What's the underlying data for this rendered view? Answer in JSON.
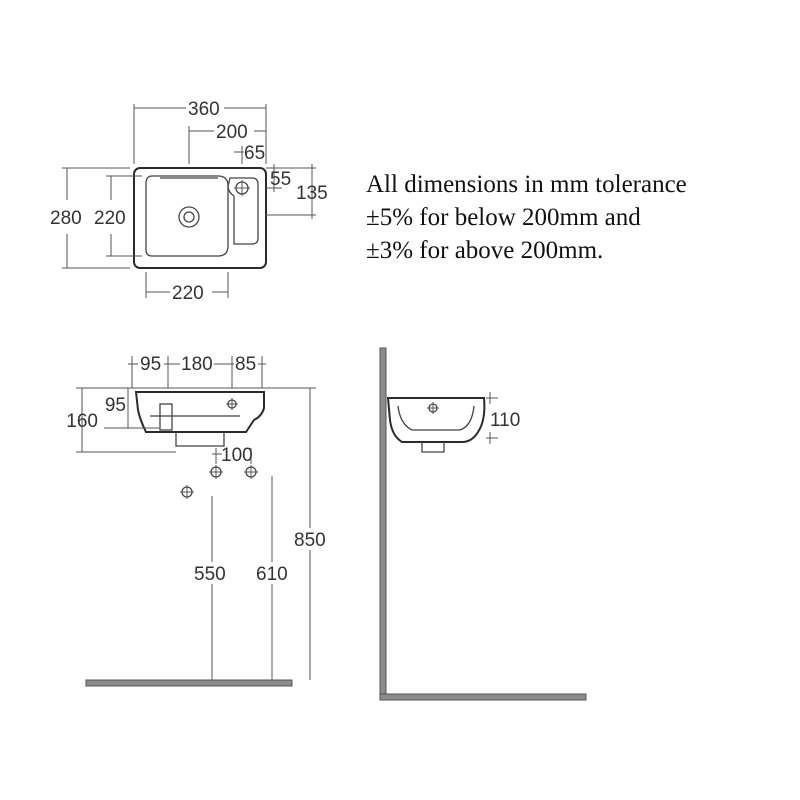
{
  "note": {
    "line1": "All dimensions in mm tolerance",
    "line2": "±5% for below 200mm and",
    "line3": "±3% for above 200mm."
  },
  "plan_view": {
    "width_overall": "360",
    "waste_offset": "200",
    "tap_offset": "65",
    "tap_ledge": "55",
    "depth_ledge": "135",
    "depth_overall": "280",
    "bowl_depth": "220",
    "bowl_width": "220"
  },
  "front_view": {
    "left_offset": "95",
    "centre_span": "180",
    "right_offset": "85",
    "rim_depth": "95",
    "overall_depth": "160",
    "waste_spacing": "100",
    "height_waste": "550",
    "height_supply": "610",
    "height_rim": "850"
  },
  "side_view": {
    "basin_height": "110"
  },
  "colors": {
    "line": "#2b2b2b",
    "floor": "#888888",
    "text": "#333333"
  }
}
